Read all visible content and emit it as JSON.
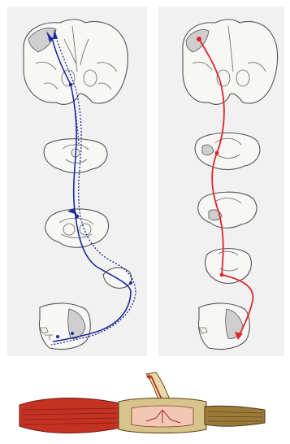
{
  "figure": {
    "panels": [
      {
        "id": "left",
        "tract_color": "#1e2a9a"
      },
      {
        "id": "right",
        "tract_color": "#e0262a"
      },
      {
        "id": "bottom"
      }
    ]
  }
}
